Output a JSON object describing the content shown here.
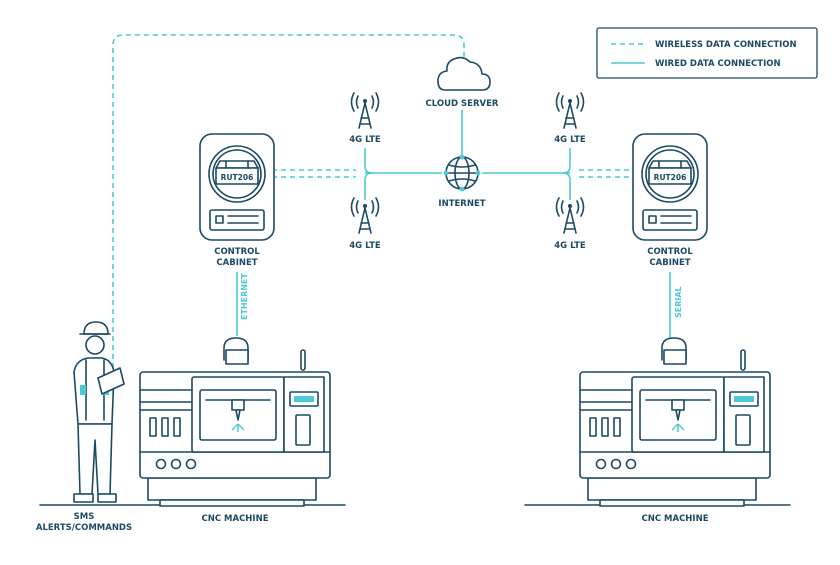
{
  "legend": {
    "wireless": "WIRELESS DATA CONNECTION",
    "wired": "WIRED DATA CONNECTION"
  },
  "nodes": {
    "cloud": "CLOUD SERVER",
    "internet": "INTERNET",
    "lte_top_left": "4G LTE",
    "lte_bottom_left": "4G LTE",
    "lte_top_right": "4G LTE",
    "lte_bottom_right": "4G LTE",
    "router_left": "RUT206",
    "router_right": "RUT206",
    "cabinet_left_1": "CONTROL",
    "cabinet_left_2": "CABINET",
    "cabinet_right_1": "CONTROL",
    "cabinet_right_2": "CABINET",
    "link_left": "ETHERNET",
    "link_right": "SERIAL",
    "machine_left": "CNC MACHINE",
    "machine_right": "CNC MACHINE",
    "worker_1": "SMS",
    "worker_2": "ALERTS/COMMANDS"
  },
  "colors": {
    "line": "#1c4964",
    "accent": "#4cc8d6"
  }
}
